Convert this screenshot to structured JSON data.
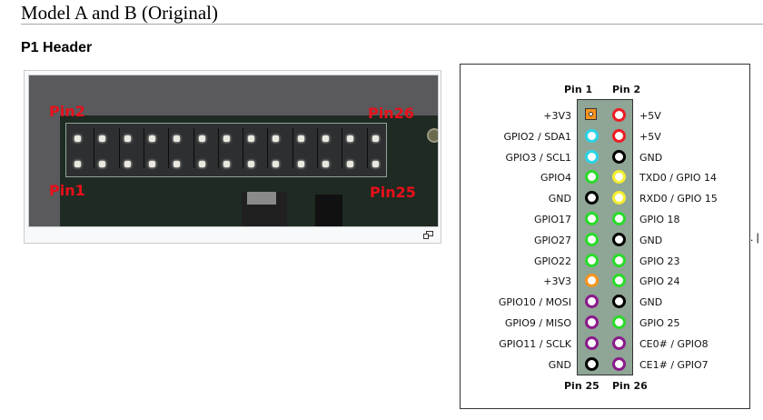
{
  "section": {
    "title": "Model A and B (Original)"
  },
  "subsection": {
    "title": "P1 Header"
  },
  "photo": {
    "labels": {
      "top_left": "Pin2",
      "top_right": "Pin26",
      "bottom_left": "Pin1",
      "bottom_right": "Pin25"
    },
    "enlarge_icon": "enlarge-icon"
  },
  "diagram": {
    "header_top": {
      "left": "Pin 1",
      "right": "Pin 2"
    },
    "header_bottom": {
      "left": "Pin 25",
      "right": "Pin 26"
    },
    "colors": {
      "3v3": "#f7941d",
      "5v": "#ee1c24",
      "gnd": "#000000",
      "i2c": "#2ad4e8",
      "gpio": "#2adb2a",
      "uart": "#f5ee30",
      "spi": "#8b1a8b",
      "board": "#8fa595"
    },
    "rows": [
      {
        "left": "+3V3",
        "left_type": "3v3sq",
        "right": "+5V",
        "right_type": "5v"
      },
      {
        "left": "GPIO2 / SDA1",
        "left_type": "i2c",
        "right": "+5V",
        "right_type": "5v"
      },
      {
        "left": "GPIO3 / SCL1",
        "left_type": "i2c",
        "right": "GND",
        "right_type": "gnd"
      },
      {
        "left": "GPIO4",
        "left_type": "gpio",
        "right": "TXD0 / GPIO 14",
        "right_type": "uart"
      },
      {
        "left": "GND",
        "left_type": "gnd",
        "right": "RXD0 / GPIO 15",
        "right_type": "uart"
      },
      {
        "left": "GPIO17",
        "left_type": "gpio",
        "right": "GPIO 18",
        "right_type": "gpio"
      },
      {
        "left": "GPIO27",
        "left_type": "gpio",
        "right": "GND",
        "right_type": "gnd"
      },
      {
        "left": "GPIO22",
        "left_type": "gpio",
        "right": "GPIO 23",
        "right_type": "gpio"
      },
      {
        "left": "+3V3",
        "left_type": "3v3",
        "right": "GPIO 24",
        "right_type": "gpio"
      },
      {
        "left": "GPIO10 / MOSI",
        "left_type": "spi",
        "right": "GND",
        "right_type": "gnd"
      },
      {
        "left": "GPIO9 / MISO",
        "left_type": "spi",
        "right": "GPIO 25",
        "right_type": "gpio"
      },
      {
        "left": "GPIO11 / SCLK",
        "left_type": "spi",
        "right": "CE0# / GPIO8",
        "right_type": "spi"
      },
      {
        "left": "GND",
        "left_type": "gnd",
        "right": "CE1# / GPIO7",
        "right_type": "spi"
      }
    ]
  },
  "edge_fragment": ". |"
}
